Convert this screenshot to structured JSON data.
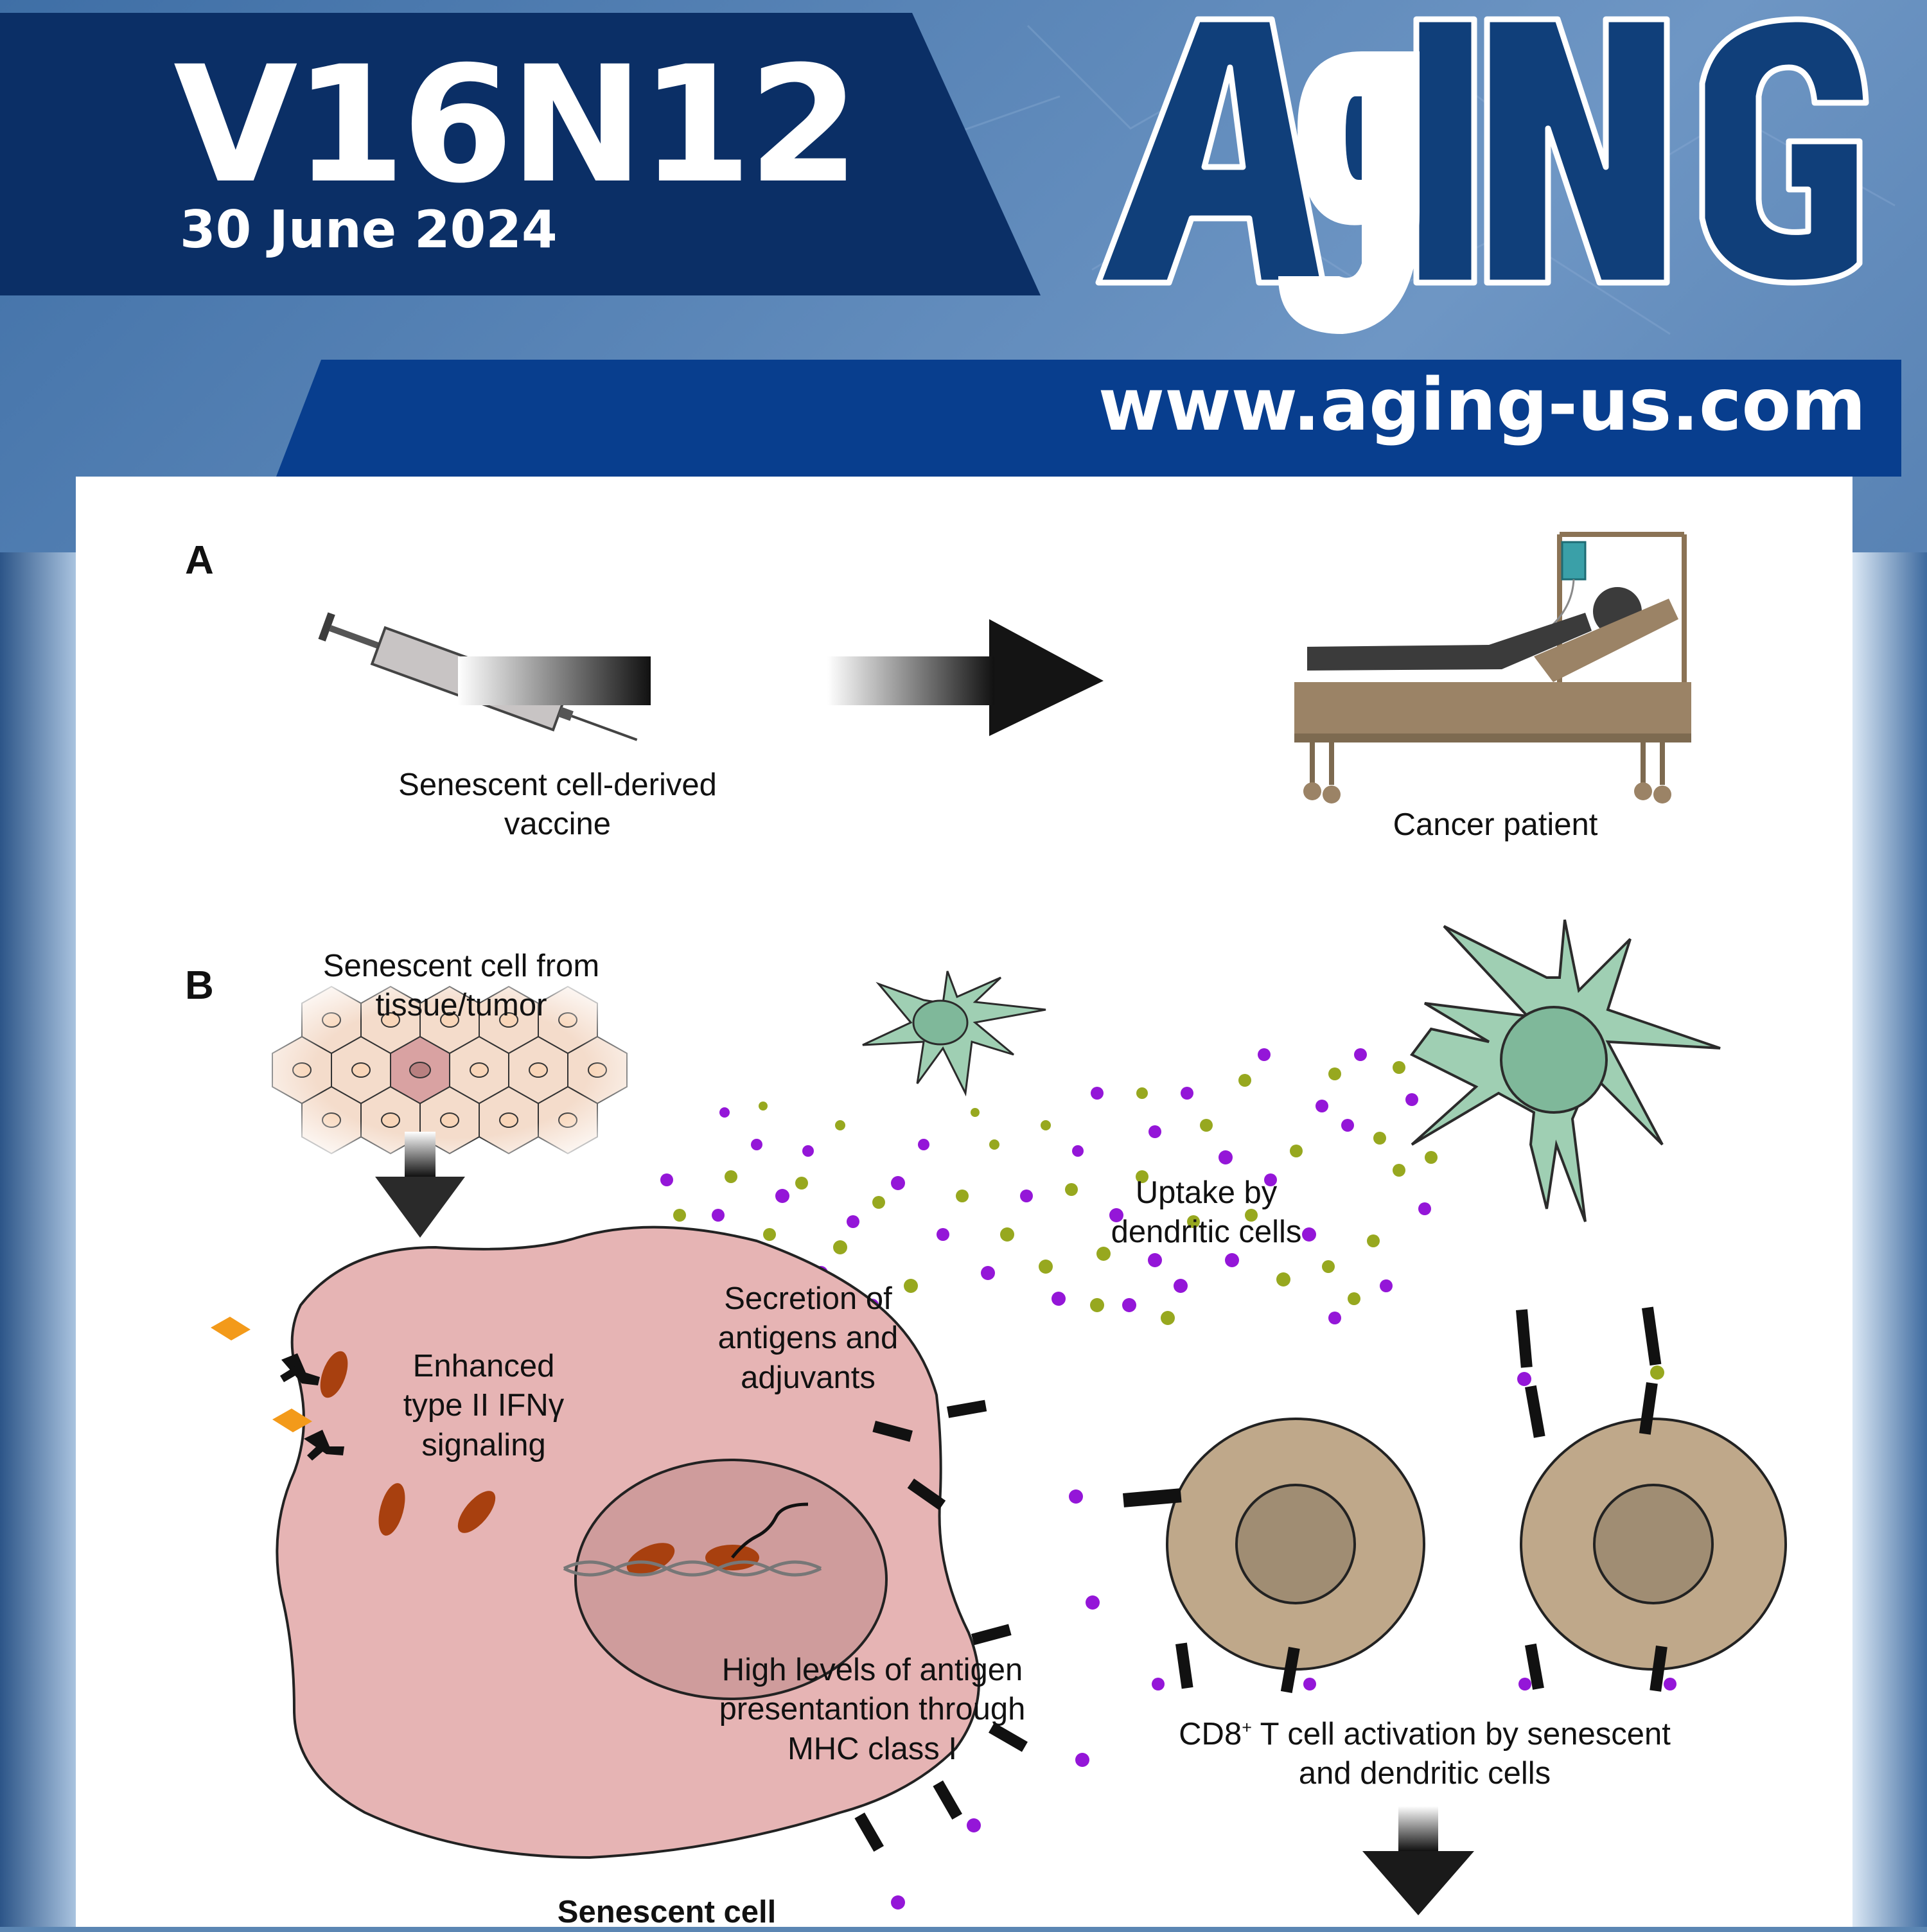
{
  "cover": {
    "issue_code": "V16N12",
    "issue_date": "30 June 2024",
    "masthead_logo": "AgING",
    "website": "www.aging-us.com",
    "colors": {
      "navy": "#0b2f66",
      "blue": "#083e8e",
      "logo_fill": "#103f7a",
      "white": "#ffffff"
    }
  },
  "figure": {
    "panel_a": {
      "letter": "A",
      "vaccine_label_line1": "Senescent cell-derived",
      "vaccine_label_line2": "vaccine",
      "patient_label": "Cancer patient",
      "icons": [
        "syringe-icon",
        "right-arrow-icon",
        "hospital-bed-icon",
        "iv-bag-icon"
      ]
    },
    "panel_b": {
      "letter": "B",
      "tissue_label_line1": "Senescent cell from",
      "tissue_label_line2": "tissue/tumor",
      "ifn_line1": "Enhanced",
      "ifn_line2": "type II IFNγ",
      "ifn_line3": "signaling",
      "secretion_line1": "Secretion of",
      "secretion_line2": "antigens and",
      "secretion_line3": "adjuvants",
      "uptake_line1": "Uptake by",
      "uptake_line2": "dendritic cells",
      "mhc_line1": "High levels of antigen",
      "mhc_line2": "presentantion through",
      "mhc_line3": "MHC class I",
      "cd8_prefix": "CD8",
      "cd8_sup": "+",
      "cd8_line1_rest": " T cell activation by senescent",
      "cd8_line2": "and dendritic cells",
      "senescent_cell_label": "Senescent cell",
      "colors": {
        "senescent_cell": "#e6b4b4",
        "nucleus": "#cf9c9c",
        "dendritic_cell": "#9fcfb3",
        "t_cell": "#bfa88a",
        "t_cell_nucleus": "#a08d73",
        "purple_dot": "#9416d8",
        "green_dot": "#97a81f",
        "ifn_marker": "#a8400f",
        "ligand": "#f39a1a"
      }
    }
  }
}
